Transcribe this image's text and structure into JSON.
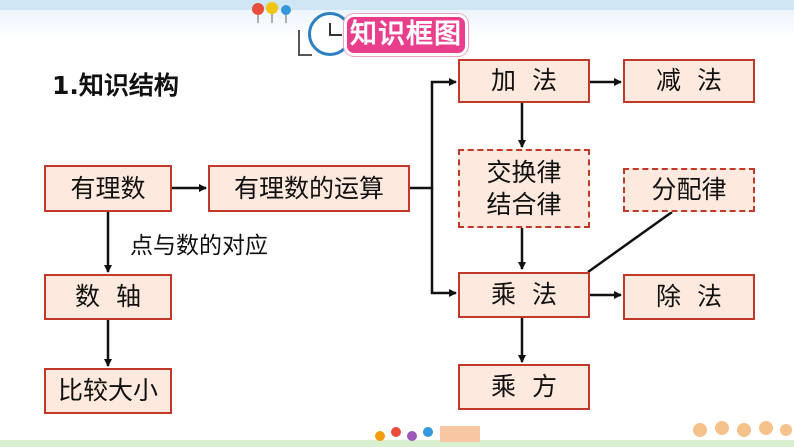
{
  "title": "知识框图",
  "section_heading": "1.知识结构",
  "nodes": {
    "youlishu": "有理数",
    "yunsuan": "有理数的运算",
    "jiafa": "加  法",
    "jianfa": "减  法",
    "jiaohuan_jiehe": "交换律\n结合律",
    "fenpeilv": "分配律",
    "chengfa": "乘  法",
    "chufa": "除  法",
    "chengfang": "乘  方",
    "shuzhou": "数  轴",
    "bijiao": "比较大小"
  },
  "edge_label": "点与数的对应",
  "colors": {
    "box_fill": "#fde9dd",
    "box_border": "#c0392b",
    "title_bg": "#e83e8c"
  },
  "icons": [
    "clock-icon",
    "balloons-icon",
    "flowers-icon"
  ]
}
